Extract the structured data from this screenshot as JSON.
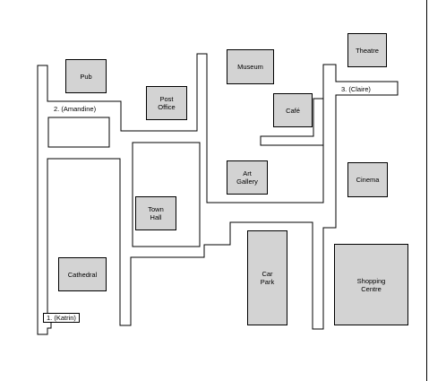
{
  "map": {
    "colors": {
      "building_fill": "#d3d3d3",
      "road_outline": "#000000",
      "background": "#ffffff"
    },
    "buildings": {
      "pub": "Pub",
      "museum": "Museum",
      "theatre": "Theatre",
      "post_office": "Post\nOffice",
      "cafe": "Café",
      "art_gallery": "Art\nGallery",
      "cinema": "Cinema",
      "town_hall": "Town\nHall",
      "cathedral": "Cathedral",
      "car_park": "Car\nPark",
      "shopping_centre": "Shopping\nCentre"
    },
    "people": {
      "amandine": "2. (Amandine)",
      "claire": "3. (Claire)",
      "katrin": "1. (Katrin)"
    }
  }
}
